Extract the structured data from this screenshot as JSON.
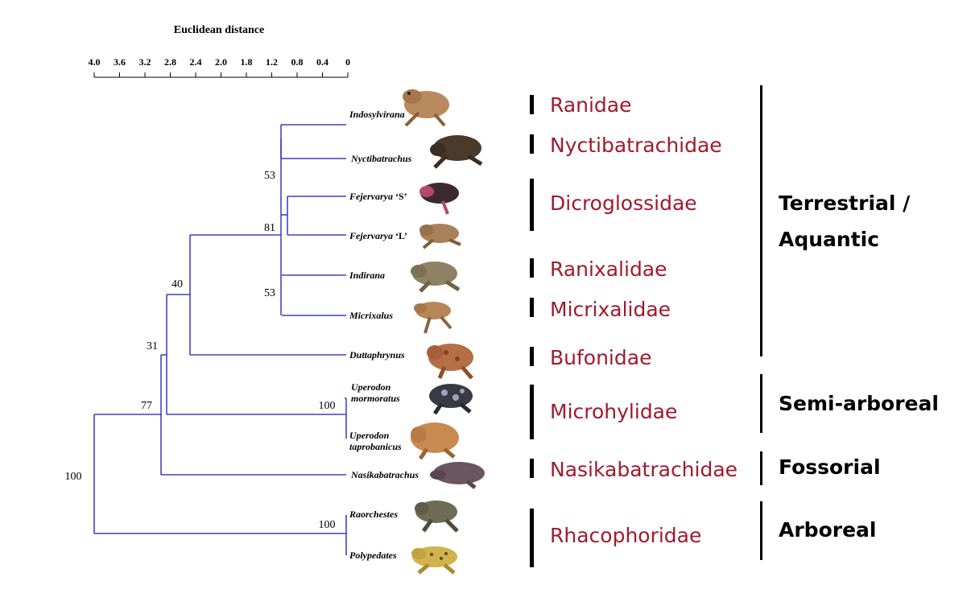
{
  "axis": {
    "title": "Euclidean distance",
    "ticks": [
      "4.0",
      "3.6",
      "3.2",
      "2.8",
      "2.4",
      "2.0",
      "1.8",
      "1.2",
      "0.8",
      "0.4",
      "0"
    ]
  },
  "taxa": [
    {
      "name": "Indosylvirana"
    },
    {
      "name": "Nyctibatrachus"
    },
    {
      "name": "Fejervarya",
      "suffix": "‘S’"
    },
    {
      "name": "Fejervarya",
      "suffix": "‘L’"
    },
    {
      "name": "Indirana"
    },
    {
      "name": "Micrixalus"
    },
    {
      "name": "Duttaphrynus"
    },
    {
      "name": "Uperodon",
      "line2": "mormoratus"
    },
    {
      "name": "Uperodon",
      "line2": "taprobanicus"
    },
    {
      "name": "Nasikabatrachus"
    },
    {
      "name": "Raorchestes"
    },
    {
      "name": "Polypedates"
    }
  ],
  "support_values": [
    "53",
    "81",
    "53",
    "40",
    "31",
    "100",
    "77",
    "100",
    "100"
  ],
  "families": [
    "Ranidae",
    "Nyctibatrachidae",
    "Dicroglossidae",
    "Ranixalidae",
    "Micrixalidae",
    "Bufonidae",
    "Microhylidae",
    "Nasikabatrachidae",
    "Rhacophoridae"
  ],
  "habitats": [
    "Terrestrial /",
    "Aquantic",
    "Semi-arboreal",
    "Fossorial",
    "Arboreal"
  ],
  "colors": {
    "tree": "#1a1ab4",
    "family": "#a11a2c",
    "text": "#000000"
  }
}
